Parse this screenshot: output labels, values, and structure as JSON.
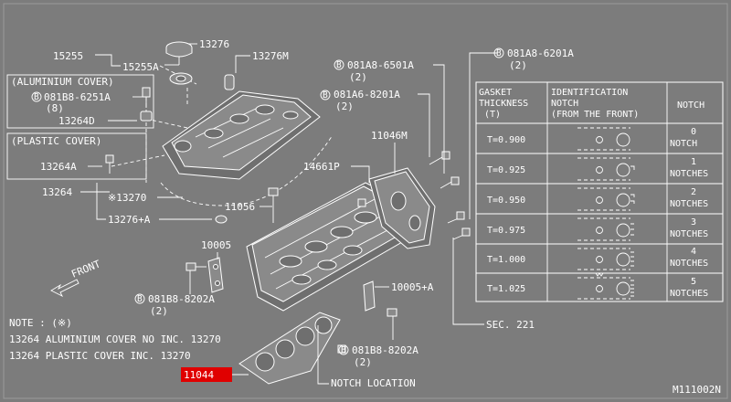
{
  "labels": {
    "p15255": "15255",
    "p15255a": "15255A",
    "p13276": "13276",
    "p13276m": "13276M",
    "aluminium_cover": "(ALUMINIUM COVER)",
    "bolt_081b8_6251a": "081B8-6251A",
    "qty_8": "(8)",
    "p13264d": "13264D",
    "plastic_cover": "(PLASTIC COVER)",
    "p13264a": "13264A",
    "p13264": "13264",
    "p13270": "※13270",
    "p13276a": "13276+A",
    "bolt_081a8_6501a": "081A8-6501A",
    "bolt_081a6_8201a": "081A6-8201A",
    "qty_2a": "(2)",
    "qty_2b": "(2)",
    "p11046m": "11046M",
    "p14661p": "14661P",
    "p11056": "11056",
    "p10005": "10005",
    "p10005a": "10005+A",
    "bolt_081b8_8202a_1": "081B8-8202A",
    "qty_2c": "(2)",
    "bolt_081b8_8202a_2": "081B8-8202A",
    "qty_2d": "(2)",
    "front": "FRONT",
    "note_1": "NOTE : (※)",
    "note_2": "13264 ALUMINIUM COVER NO INC. 13270",
    "note_3": "13264 PLASTIC COVER INC. 13270",
    "p11044": "11044",
    "notch_location": "NOTCH LOCATION",
    "sec_221": "SEC. 221",
    "bolt_081a8_6201a": "081A8-6201A",
    "qty_2e": "(2)",
    "diagram_code": "M111002N",
    "bolt_symbol": "B"
  },
  "table": {
    "headers": {
      "gasket": [
        "GASKET",
        "THICKNESS",
        "(T)"
      ],
      "ident": [
        "IDENTIFICATION",
        "NOTCH",
        "(FROM THE FRONT)"
      ],
      "notch": "NOTCH"
    },
    "rows": [
      {
        "thickness": "T=0.900",
        "count": "0",
        "unit": "NOTCH"
      },
      {
        "thickness": "T=0.925",
        "count": "1",
        "unit": "NOTCHES"
      },
      {
        "thickness": "T=0.950",
        "count": "2",
        "unit": "NOTCHES"
      },
      {
        "thickness": "T=0.975",
        "count": "3",
        "unit": "NOTCHES"
      },
      {
        "thickness": "T=1.000",
        "count": "4",
        "unit": "NOTCHES"
      },
      {
        "thickness": "T=1.025",
        "count": "5",
        "unit": "NOTCHES"
      }
    ]
  },
  "colors": {
    "background": "#7c7c7c",
    "line": "#ffffff",
    "highlight": "#e00000"
  }
}
